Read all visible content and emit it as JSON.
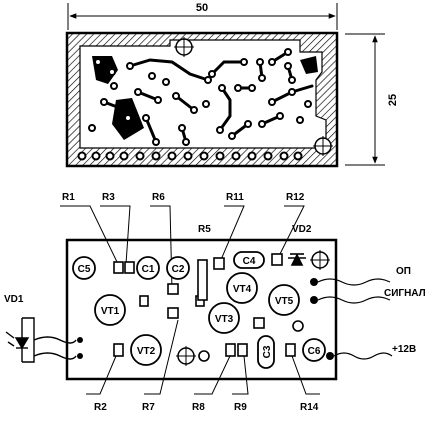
{
  "dimensions": {
    "width": "50",
    "height": "25"
  },
  "labels": {
    "r1": "R1",
    "r3": "R3",
    "r6": "R6",
    "r5": "R5",
    "r11": "R11",
    "r12": "R12",
    "vd2": "VD2",
    "vd1": "VD1",
    "r2": "R2",
    "r7": "R7",
    "r8": "R8",
    "r9": "R9",
    "r14": "R14"
  },
  "components": {
    "c5": "C5",
    "c1": "C1",
    "c2": "C2",
    "c4": "C4",
    "c3": "C3",
    "c6": "C6",
    "vt1": "VT1",
    "vt2": "VT2",
    "vt3": "VT3",
    "vt4": "VT4",
    "vt5": "VT5"
  },
  "terminals": {
    "op": "ОП",
    "signal": "СИГНАЛ",
    "power": "+12В"
  },
  "colors": {
    "ink": "#000000",
    "paper": "#ffffff",
    "hatch": "#000000"
  }
}
